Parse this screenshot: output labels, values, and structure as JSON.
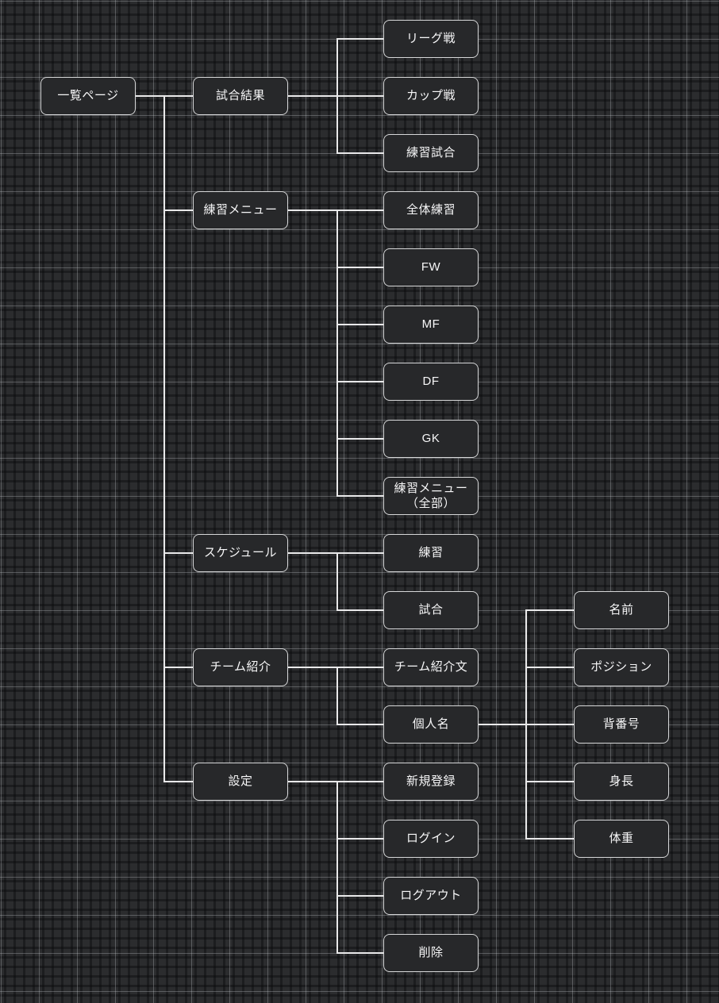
{
  "diagram": {
    "type": "sitemap-tree",
    "colors": {
      "background": "#2b2c2e",
      "grid_minor_line": "#222326",
      "grid_major_line": "#606366",
      "node_fill": "#27282a",
      "node_border": "#d6d7d8",
      "node_text": "#f7f7f8",
      "connector": "#e9e9ea"
    },
    "nodes": [
      {
        "id": "list-page",
        "label": "一覧ページ",
        "level": 1
      },
      {
        "id": "match-results",
        "label": "試合結果",
        "level": 2
      },
      {
        "id": "practice-menu",
        "label": "練習メニュー",
        "level": 2
      },
      {
        "id": "schedule",
        "label": "スケジュール",
        "level": 2
      },
      {
        "id": "team-intro",
        "label": "チーム紹介",
        "level": 2
      },
      {
        "id": "settings",
        "label": "設定",
        "level": 2
      },
      {
        "id": "league-match",
        "label": "リーグ戦",
        "level": 3
      },
      {
        "id": "cup-match",
        "label": "カップ戦",
        "level": 3
      },
      {
        "id": "practice-match",
        "label": "練習試合",
        "level": 3
      },
      {
        "id": "whole-team-practice",
        "label": "全体練習",
        "level": 3
      },
      {
        "id": "fw",
        "label": "FW",
        "level": 3
      },
      {
        "id": "mf",
        "label": "MF",
        "level": 3
      },
      {
        "id": "df",
        "label": "DF",
        "level": 3
      },
      {
        "id": "gk",
        "label": "GK",
        "level": 3
      },
      {
        "id": "practice-menu-all",
        "label": "練習メニュー（全部）",
        "level": 3
      },
      {
        "id": "practice",
        "label": "練習",
        "level": 3
      },
      {
        "id": "match",
        "label": "試合",
        "level": 3
      },
      {
        "id": "team-intro-text",
        "label": "チーム紹介文",
        "level": 3
      },
      {
        "id": "player-name",
        "label": "個人名",
        "level": 3
      },
      {
        "id": "signup",
        "label": "新規登録",
        "level": 3
      },
      {
        "id": "login",
        "label": "ログイン",
        "level": 3
      },
      {
        "id": "logout",
        "label": "ログアウト",
        "level": 3
      },
      {
        "id": "delete",
        "label": "削除",
        "level": 3
      },
      {
        "id": "name",
        "label": "名前",
        "level": 4
      },
      {
        "id": "position",
        "label": "ポジション",
        "level": 4
      },
      {
        "id": "jersey-number",
        "label": "背番号",
        "level": 4
      },
      {
        "id": "height",
        "label": "身長",
        "level": 4
      },
      {
        "id": "weight",
        "label": "体重",
        "level": 4
      }
    ],
    "edges": [
      {
        "from": "一覧ページ",
        "to": "試合結果"
      },
      {
        "from": "一覧ページ",
        "to": "練習メニュー"
      },
      {
        "from": "一覧ページ",
        "to": "スケジュール"
      },
      {
        "from": "一覧ページ",
        "to": "チーム紹介"
      },
      {
        "from": "一覧ページ",
        "to": "設定"
      },
      {
        "from": "試合結果",
        "to": "リーグ戦"
      },
      {
        "from": "試合結果",
        "to": "カップ戦"
      },
      {
        "from": "試合結果",
        "to": "練習試合"
      },
      {
        "from": "練習メニュー",
        "to": "全体練習"
      },
      {
        "from": "練習メニュー",
        "to": "FW"
      },
      {
        "from": "練習メニュー",
        "to": "MF"
      },
      {
        "from": "練習メニュー",
        "to": "DF"
      },
      {
        "from": "練習メニュー",
        "to": "GK"
      },
      {
        "from": "練習メニュー",
        "to": "練習メニュー（全部）"
      },
      {
        "from": "スケジュール",
        "to": "練習"
      },
      {
        "from": "スケジュール",
        "to": "試合"
      },
      {
        "from": "チーム紹介",
        "to": "チーム紹介文"
      },
      {
        "from": "チーム紹介",
        "to": "個人名"
      },
      {
        "from": "個人名",
        "to": "名前"
      },
      {
        "from": "個人名",
        "to": "ポジション"
      },
      {
        "from": "個人名",
        "to": "背番号"
      },
      {
        "from": "個人名",
        "to": "身長"
      },
      {
        "from": "個人名",
        "to": "体重"
      },
      {
        "from": "設定",
        "to": "新規登録"
      },
      {
        "from": "設定",
        "to": "ログイン"
      },
      {
        "from": "設定",
        "to": "ログアウト"
      },
      {
        "from": "設定",
        "to": "削除"
      }
    ]
  }
}
